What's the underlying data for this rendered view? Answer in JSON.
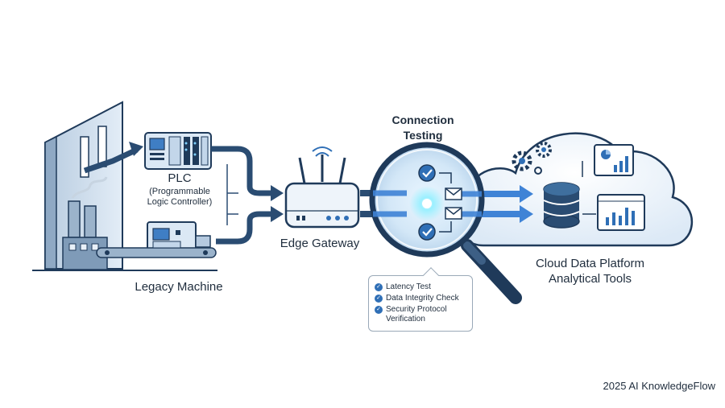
{
  "plc": {
    "title": "PLC",
    "subtitle_lines": [
      "(Programmable",
      "Logic Controller)"
    ]
  },
  "legacy_machine": {
    "label": "Legacy Machine"
  },
  "edge_gateway": {
    "label": "Edge Gateway"
  },
  "connection_testing": {
    "title_lines": [
      "Connection",
      "Testing"
    ]
  },
  "checks": [
    {
      "label": "Latency Test"
    },
    {
      "label": "Data Integrity Check"
    },
    {
      "label": "Security Protocol Verification",
      "lines": [
        "Security Protocol",
        "Verification"
      ]
    }
  ],
  "cloud": {
    "label_lines": [
      "Cloud Data Platform",
      "Analytical Tools"
    ]
  },
  "footer": {
    "credit": "2025 AI KnowledgeFlow"
  },
  "colors": {
    "navy": "#1f3a5a",
    "blue": "#2f6fb6",
    "arrow_blue": "#3f83d6",
    "light_blue": "#d6e6f5",
    "glow": "#7fe3ff"
  },
  "icons": [
    "factory-icon",
    "plc-icon",
    "machine-icon",
    "gateway-router-icon",
    "magnifier-icon",
    "checkmark-icon",
    "envelope-icon",
    "cloud-icon",
    "gear-icon",
    "database-icon",
    "chart-icon"
  ]
}
